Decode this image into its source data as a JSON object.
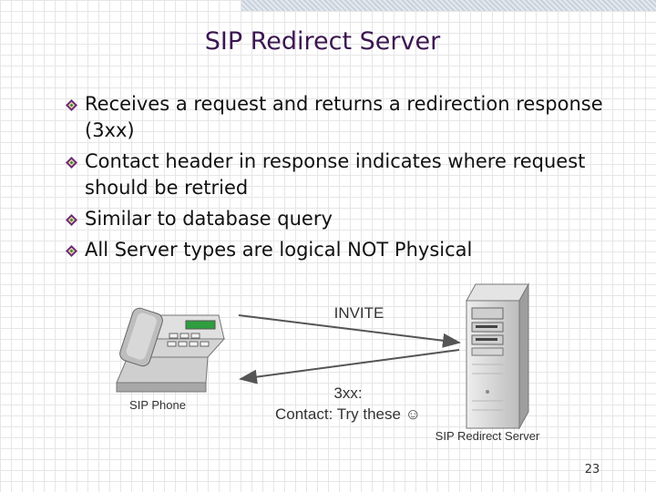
{
  "slide": {
    "title": "SIP Redirect Server",
    "bullets": [
      "Receives a request and returns a redirection response (3xx)",
      "Contact header in response indicates where request should be retried",
      "Similar to database query",
      "All Server types are logical NOT Physical"
    ],
    "bullet_icon": "diamond-bullet-icon",
    "page_number": "23"
  },
  "diagram": {
    "phone_label": "SIP Phone",
    "server_label": "SIP Redirect Server",
    "request_label": "INVITE",
    "response_code": "3xx:",
    "response_contact": "Contact: Try these ☺",
    "phone_icon": "desk-phone-icon",
    "server_icon": "server-tower-icon"
  },
  "colors": {
    "title": "#3b1650",
    "bullet_icon": "#6a2a7a",
    "phone_display": "#2e9e3e"
  }
}
